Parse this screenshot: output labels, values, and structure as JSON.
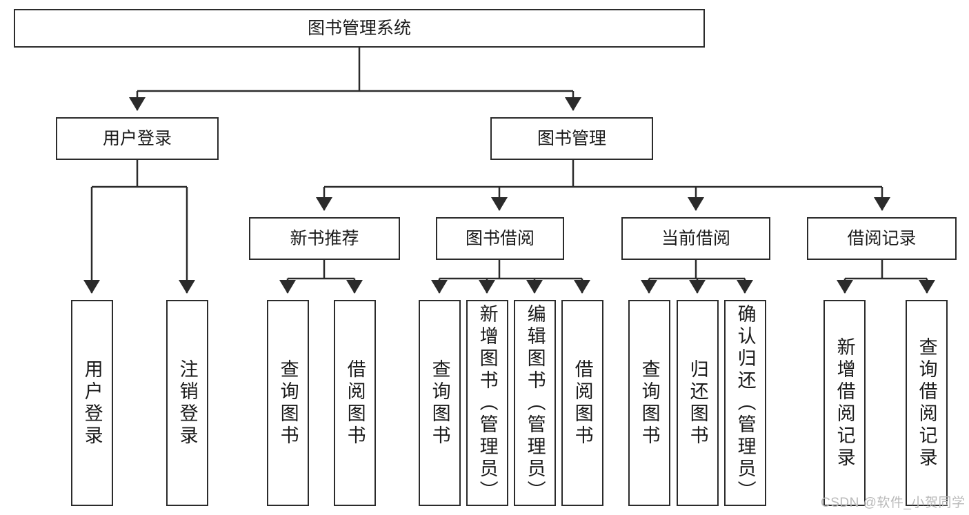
{
  "diagram": {
    "type": "tree-hierarchy",
    "title": "图书管理系统",
    "watermark": "CSDN @软件_小贺同学",
    "colors": {
      "box_border": "#2b2b2b",
      "box_fill": "#ffffff",
      "connector": "#2b2b2b",
      "text": "#1a1a1a",
      "watermark": "#b9b9b9"
    },
    "levels": {
      "root": "图书管理系统",
      "level1": [
        "用户登录",
        "图书管理"
      ],
      "level2": [
        "新书推荐",
        "图书借阅",
        "当前借阅",
        "借阅记录"
      ],
      "level3_groups": [
        {
          "parent": "用户登录",
          "children": [
            "用户登录",
            "注销登录"
          ]
        },
        {
          "parent": "新书推荐",
          "children": [
            "查询图书",
            "借阅图书"
          ]
        },
        {
          "parent": "图书借阅",
          "children": [
            "查询图书",
            "新增图书（管理员）",
            "编辑图书（管理员）",
            "借阅图书"
          ]
        },
        {
          "parent": "当前借阅",
          "children": [
            "查询图书",
            "归还图书",
            "确认归还（管理员）"
          ]
        },
        {
          "parent": "借阅记录",
          "children": [
            "新增借阅记录",
            "查询借阅记录"
          ]
        }
      ]
    },
    "nodes": {
      "root": {
        "label": "图书管理系统"
      },
      "user_login": {
        "label": "用户登录"
      },
      "book_manage": {
        "label": "图书管理"
      },
      "new_book_rec": {
        "label": "新书推荐"
      },
      "book_borrow": {
        "label": "图书借阅"
      },
      "current_borrow": {
        "label": "当前借阅"
      },
      "borrow_record": {
        "label": "借阅记录"
      },
      "leaf_user_login": {
        "label": "用户登录"
      },
      "leaf_logout": {
        "label": "注销登录"
      },
      "leaf_query_book_1": {
        "label": "查询图书"
      },
      "leaf_borrow_book_1": {
        "label": "借阅图书"
      },
      "leaf_query_book_2": {
        "label": "查询图书"
      },
      "leaf_add_book": {
        "label": "新增图书（管理员）"
      },
      "leaf_edit_book": {
        "label": "编辑图书（管理员）"
      },
      "leaf_borrow_book_2": {
        "label": "借阅图书"
      },
      "leaf_query_book_3": {
        "label": "查询图书"
      },
      "leaf_return_book": {
        "label": "归还图书"
      },
      "leaf_confirm_return": {
        "label": "确认归还（管理员）"
      },
      "leaf_add_record": {
        "label": "新增借阅记录"
      },
      "leaf_query_record": {
        "label": "查询借阅记录"
      }
    }
  }
}
